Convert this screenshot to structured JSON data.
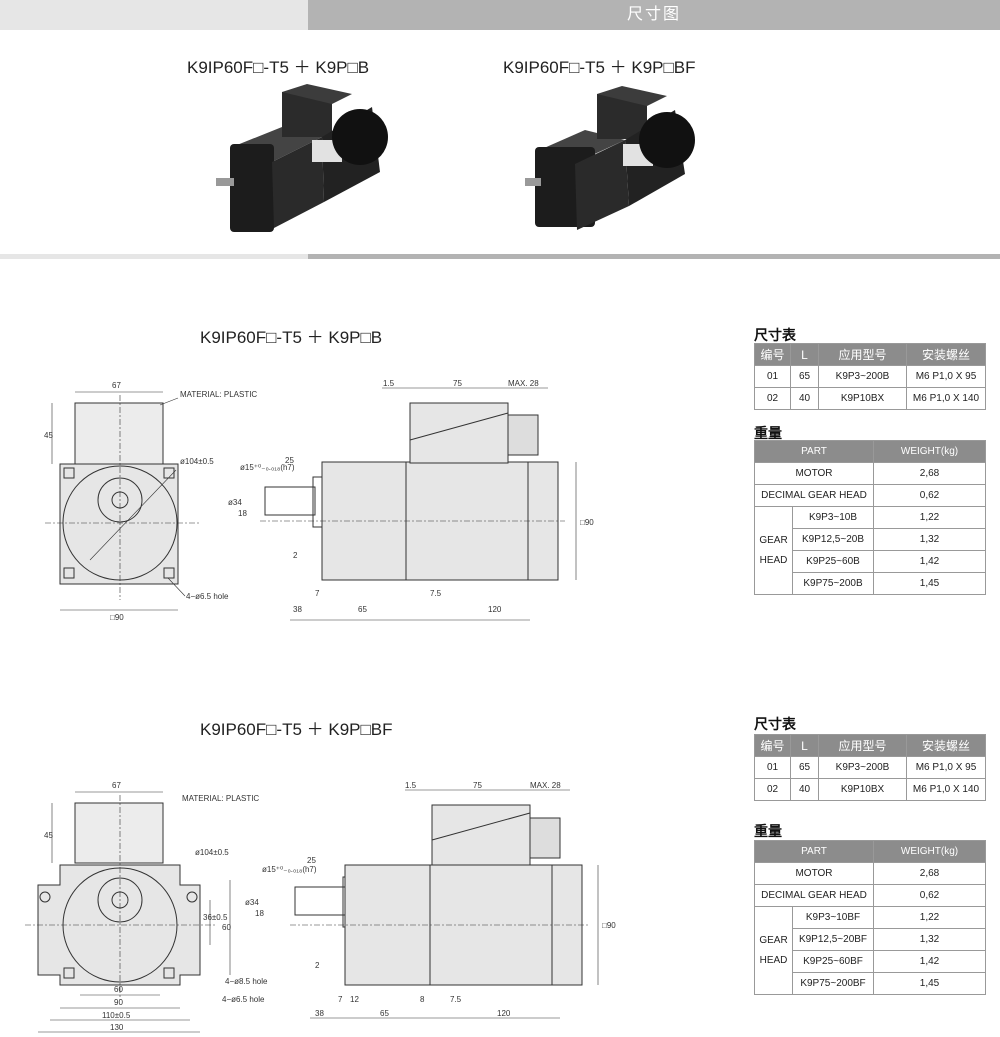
{
  "header": {
    "title": "尺寸图"
  },
  "products": [
    {
      "title": "K9IP60F□-T5 ＋ K9P□B"
    },
    {
      "title": "K9IP60F□-T5 ＋ K9P□BF"
    }
  ],
  "sections": [
    {
      "title": "K9IP60F□-T5 ＋ K9P□B",
      "labels": {
        "top_w": "67",
        "h45": "45",
        "material": "MATERIAL: PLASTIC",
        "pcd": "ø104±0.5",
        "holes": "4−ø6.5 hole",
        "sq90": "□90",
        "d15": "ø15⁺⁰₋₀.₀₁₈(h7)",
        "l25": "25",
        "d34": "ø34",
        "h18": "18",
        "v2": "2",
        "v7": "7",
        "l38": "38",
        "l65": "65",
        "l120": "120",
        "v75b": "7.5",
        "l15": "1.5",
        "l75": "75",
        "max28": "MAX. 28",
        "sq90v": "□90"
      },
      "size_table": {
        "label": "尺寸表",
        "headers": [
          "编号",
          "L",
          "应用型号",
          "安装螺丝"
        ],
        "rows": [
          [
            "01",
            "65",
            "K9P3~200B",
            "M6 P1,0 X 95"
          ],
          [
            "02",
            "40",
            "K9P10BX",
            "M6 P1,0 X 140"
          ]
        ]
      },
      "weight_table": {
        "label": "重量",
        "headers": [
          "PART",
          "WEIGHT(kg)"
        ],
        "motor": [
          "MOTOR",
          "2,68"
        ],
        "decimal": [
          "DECIMAL GEAR HEAD",
          "0,62"
        ],
        "gear_label_1": "GEAR",
        "gear_label_2": "HEAD",
        "gear_rows": [
          [
            "K9P3~10B",
            "1,22"
          ],
          [
            "K9P12,5~20B",
            "1,32"
          ],
          [
            "K9P25~60B",
            "1,42"
          ],
          [
            "K9P75~200B",
            "1,45"
          ]
        ]
      }
    },
    {
      "title": "K9IP60F□-T5 ＋ K9P□BF",
      "labels": {
        "top_w": "67",
        "h45": "45",
        "material": "MATERIAL: PLASTIC",
        "pcd": "ø104±0.5",
        "holes85": "4−ø8.5 hole",
        "holes65": "4−ø6.5 hole",
        "v36": "36±0.5",
        "v60": "60",
        "h60": "60",
        "h90": "90",
        "h110": "110±0.5",
        "h130": "130",
        "d15": "ø15⁺⁰₋₀.₀₁₈(h7)",
        "l25": "25",
        "d34": "ø34",
        "h18": "18",
        "v2": "2",
        "v7": "7",
        "v12": "12",
        "v8": "8",
        "l38": "38",
        "l65": "65",
        "l120": "120",
        "v75b": "7.5",
        "l15": "1.5",
        "l75": "75",
        "max28": "MAX. 28",
        "sq90v": "□90"
      },
      "size_table": {
        "label": "尺寸表",
        "headers": [
          "编号",
          "L",
          "应用型号",
          "安装螺丝"
        ],
        "rows": [
          [
            "01",
            "65",
            "K9P3~200B",
            "M6 P1,0 X 95"
          ],
          [
            "02",
            "40",
            "K9P10BX",
            "M6 P1,0 X 140"
          ]
        ]
      },
      "weight_table": {
        "label": "重量",
        "headers": [
          "PART",
          "WEIGHT(kg)"
        ],
        "motor": [
          "MOTOR",
          "2,68"
        ],
        "decimal": [
          "DECIMAL GEAR HEAD",
          "0,62"
        ],
        "gear_label_1": "GEAR",
        "gear_label_2": "HEAD",
        "gear_rows": [
          [
            "K9P3~10BF",
            "1,22"
          ],
          [
            "K9P12,5~20BF",
            "1,32"
          ],
          [
            "K9P25~60BF",
            "1,42"
          ],
          [
            "K9P75~200BF",
            "1,45"
          ]
        ]
      }
    }
  ],
  "colors": {
    "header_bar": "#b3b3b3",
    "table_header": "#8c8c8c",
    "motor_body": "#1c1c1c"
  }
}
